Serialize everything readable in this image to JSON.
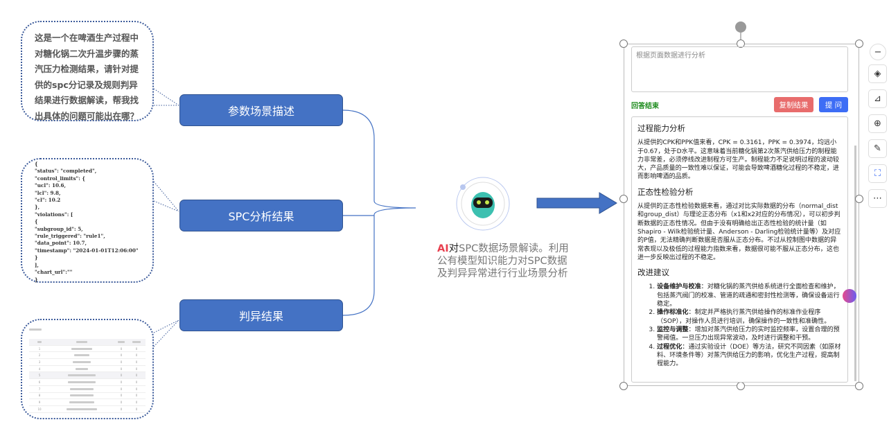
{
  "question": "这是一个在啤酒生产过程中对糖化锅二次升温步骤的蒸汽压力检测结果，请针对提供的spc分记录及规则判异结果进行数据解读，帮我找出具体的问题可能出在哪？",
  "json_text": "{\n\"status\": \"completed\",\n\"control_limits\": {\n\"ucl\": 10.6,\n\"lcl\": 9.8,\n\"cl\": 10.2\n},\n\"violations\": [\n{\n\"subgroup_id\": 5,\n\"rule_triggered\": \"rule1\",\n\"data_point\": 10.7,\n\"timestamp\": \"2024-01-01T12:06:00\"\n}\n],\n\"chart_url\":\"\"\n}",
  "table_rows": [
    "1",
    "2",
    "3",
    "4",
    "5",
    "6",
    "7",
    "8",
    "9",
    "10"
  ],
  "table_zero": "0",
  "boxes": {
    "b1": "参数场景描述",
    "b2": "SPC分析结果",
    "b3": "判异结果"
  },
  "caption": {
    "ai": "AI",
    "dui": "对",
    "rest": "SPC数据场景解读。利用公有模型知识能力对SPC数据及判异异常进行行业场景分析"
  },
  "panel": {
    "placeholder": "根据页面数据进行分析",
    "status": "回答结束",
    "copy": "复制结果",
    "ask": "提 问",
    "copy_color": "#e86c6c",
    "ask_color": "#3d6df5",
    "h1": "过程能力分析",
    "p1": "从提供的CPK和PPK值来看，CPK = 0.3161，PPK = 0.3974，均远小于0.67，处于D水平。这意味着当前糖化锅第2次蒸汽供给压力的制程能力非常差，必须停线改进制程方可生产。制程能力不足说明过程的波动较大，产品质量的一致性难以保证，可能会导致啤酒糖化过程的不稳定，进而影响啤酒的品质。",
    "h2": "正态性检验分析",
    "p2": "从提供的正态性检验数据来看，通过对比实际数据的分布（normal_dist和group_dist）与理论正态分布（x1和x2对应的分布情况），可以初步判断数据的正态性情况。但由于没有明确给出正态性检验的统计量（如Shapiro - Wilk检验统计量、Anderson - Darling检验统计量等）及对应的P值，无法精确判断数据是否服从正态分布。不过从控制图中数据的异常表现以及极低的过程能力指数来看，数据很可能不服从正态分布，这也进一步反映出过程的不稳定。",
    "h3": "改进建议",
    "items": [
      {
        "t": "设备维护与校准",
        "d": "：对糖化锅的蒸汽供给系统进行全面检查和维护，包括蒸汽阀门的校准、管道的疏通和密封性检测等，确保设备运行稳定。"
      },
      {
        "t": "操作标准化",
        "d": "：制定并严格执行蒸汽供给操作的标准作业程序（SOP），对操作人员进行培训，确保操作的一致性和准确性。"
      },
      {
        "t": "监控与调整",
        "d": "：增加对蒸汽供给压力的实时监控频率，设置合理的预警阈值。一旦压力出现异常波动，及时进行调整和干预。"
      },
      {
        "t": "过程优化",
        "d": "：通过实验设计（DOE）等方法，研究不同因素（如原材料、环境条件等）对蒸汽供给压力的影响，优化生产过程，提高制程能力。"
      }
    ]
  }
}
